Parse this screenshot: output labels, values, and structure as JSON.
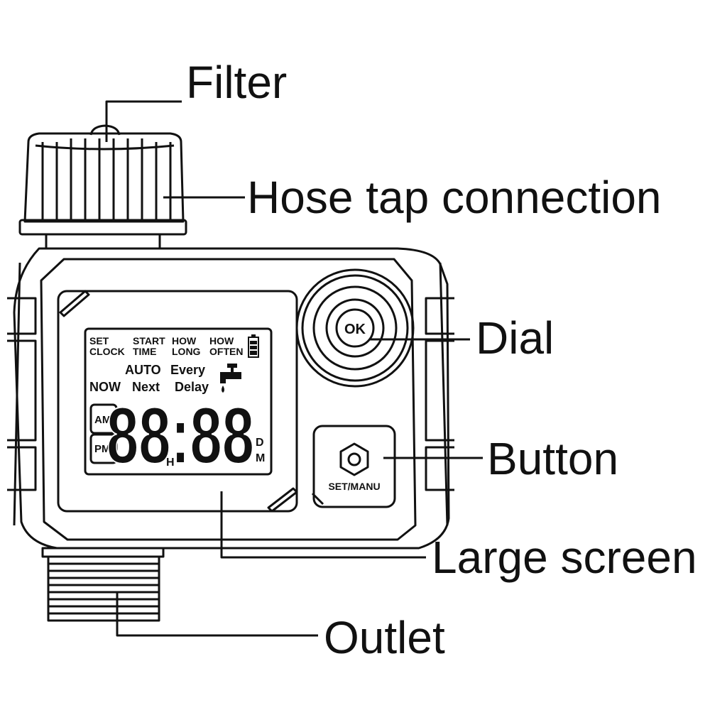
{
  "callouts": {
    "filter": "Filter",
    "hose_tap": "Hose tap connection",
    "dial": "Dial",
    "button": "Button",
    "large_screen": "Large screen",
    "outlet": "Outlet"
  },
  "lcd": {
    "row1": [
      "SET",
      "START",
      "HOW",
      "HOW"
    ],
    "row2": [
      "CLOCK",
      "TIME",
      "LONG",
      "OFTEN"
    ],
    "auto": "AUTO",
    "every": "Every",
    "now": "NOW",
    "next": "Next",
    "delay": "Delay",
    "am": "AM",
    "pm": "PM",
    "digits": "88:88",
    "h": "H",
    "d": "D",
    "m": "M"
  },
  "dial": {
    "label": "OK"
  },
  "button": {
    "label": "SET/MANU"
  },
  "icons": [
    "battery-icon",
    "faucet-icon",
    "hexagon-icon"
  ]
}
